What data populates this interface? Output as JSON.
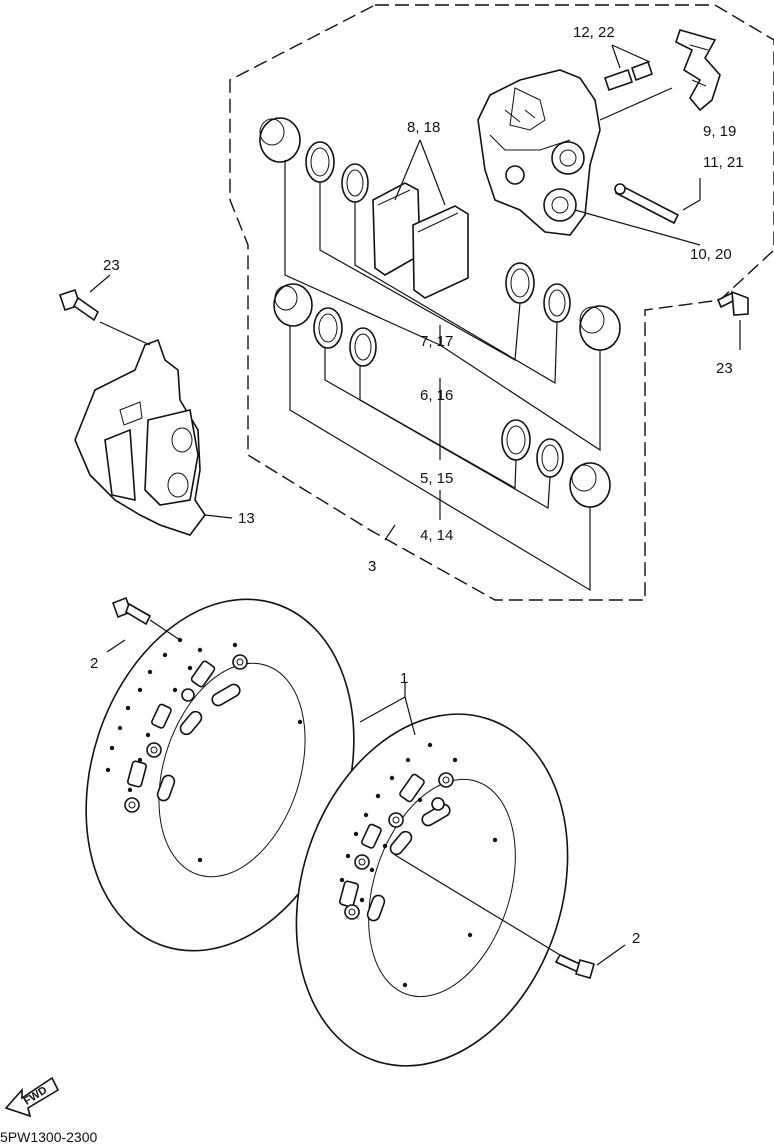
{
  "callouts": {
    "c1": "1",
    "c2a": "2",
    "c2b": "2",
    "c3": "3",
    "c4_14": "4, 14",
    "c5_15": "5, 15",
    "c6_16": "6, 16",
    "c7_17": "7, 17",
    "c8_18": "8, 18",
    "c9_19": "9, 19",
    "c10_20": "10, 20",
    "c11_21": "11, 21",
    "c12_22": "12, 22",
    "c13": "13",
    "c23a": "23",
    "c23b": "23"
  },
  "badge": {
    "fwd": "FWD"
  },
  "diagram_code": "5PW1300-2300"
}
